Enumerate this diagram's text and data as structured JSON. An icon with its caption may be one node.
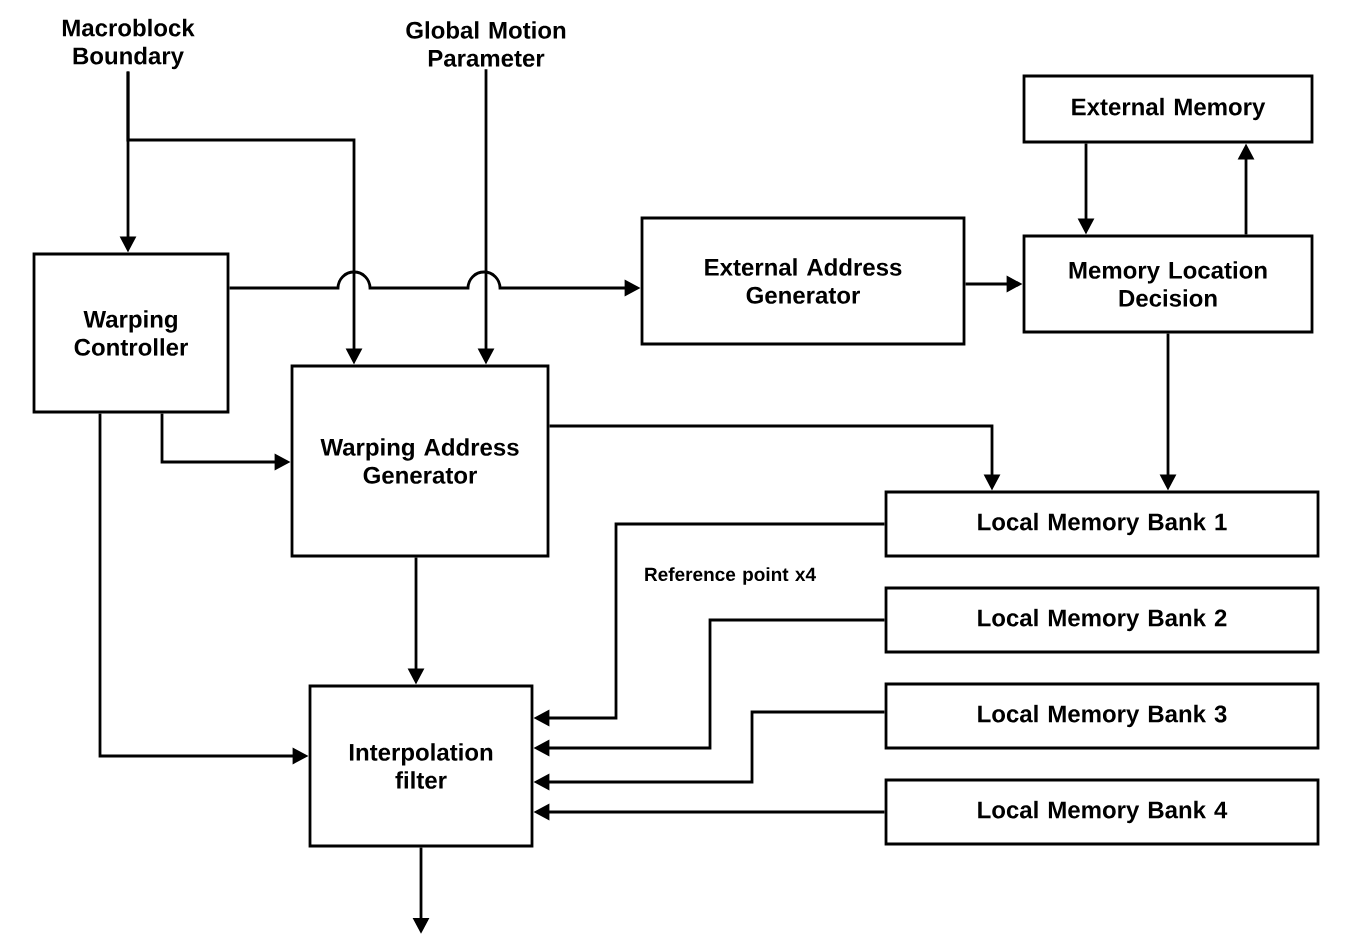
{
  "diagram": {
    "nodes": [
      {
        "text": [
          "Macroblock Boundary"
        ]
      },
      {
        "text": [
          "Global Motion Parameter"
        ]
      },
      {
        "text": [
          "Warping Controller"
        ]
      },
      {
        "text": [
          "Warping Address Generator"
        ]
      },
      {
        "text": [
          "External Address Generator"
        ]
      },
      {
        "text": [
          "Memory Location Decision"
        ]
      },
      {
        "text": [
          "External Memory"
        ]
      },
      {
        "text": [
          "Local Memory Bank 1"
        ]
      },
      {
        "text": [
          "Local Memory Bank 2"
        ]
      },
      {
        "text": [
          "Local Memory Bank 3"
        ]
      },
      {
        "text": [
          "Local Memory Bank 4"
        ]
      },
      {
        "text": [
          "Interpolation filter"
        ]
      }
    ],
    "edges": [
      {
        "from": 0,
        "to": 2,
        "arrow": "to"
      },
      {
        "from": 0,
        "to": 3,
        "arrow": "to"
      },
      {
        "from": 1,
        "to": 3,
        "arrow": "to"
      },
      {
        "from": 2,
        "to": 4,
        "arrow": "to"
      },
      {
        "from": 4,
        "to": 5,
        "arrow": "to"
      },
      {
        "from": 6,
        "to": 5,
        "arrow": "to"
      },
      {
        "from": 5,
        "to": 6,
        "arrow": "to"
      },
      {
        "from": 3,
        "to": 7,
        "arrow": "to"
      },
      {
        "from": 5,
        "to": 7,
        "arrow": "to"
      },
      {
        "from": 2,
        "to": 3,
        "arrow": "to"
      },
      {
        "from": 2,
        "to": 11,
        "arrow": "to"
      },
      {
        "from": 3,
        "to": 11,
        "arrow": "to"
      },
      {
        "from": 7,
        "to": 11,
        "arrow": "to"
      },
      {
        "from": 8,
        "to": 11,
        "arrow": "to"
      },
      {
        "from": 9,
        "to": 11,
        "arrow": "to"
      },
      {
        "from": 10,
        "to": 11,
        "arrow": "to"
      },
      {
        "from": 11,
        "to": null,
        "arrow": "to"
      }
    ],
    "labels": [
      "Reference point x4"
    ]
  }
}
